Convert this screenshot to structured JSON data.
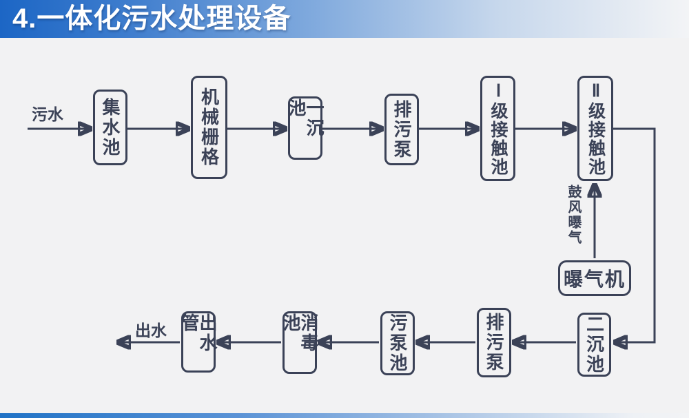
{
  "header": {
    "title": "4.一体化污水处理设备"
  },
  "colors": {
    "header_blue": "#1c66c5",
    "line_dark": "#3b4257",
    "canvas_bg": "#f2f2f3",
    "footer_blue": "#1f72c6",
    "title_text": "#ffffff"
  },
  "diagram": {
    "flow_labels": {
      "inflow": "污水",
      "outflow": "出水",
      "aeration": "鼓风曝气"
    },
    "nodes": {
      "collection_tank": "集水池",
      "mechanical_grid": "机械栅格",
      "primary_sedimentation_tank": "一沉池",
      "sewage_pump_top": "排污泵",
      "level1_contact_tank": "Ⅰ级接触池",
      "level2_contact_tank": "Ⅱ级接触池",
      "aerator": "曝气机",
      "secondary_sedimentation_tank": "二沉池",
      "sewage_pump_bottom": "排污泵",
      "sludge_pump_tank": "污泵池",
      "disinfection_tank": "消毒池",
      "outlet_pipe": "出水管"
    }
  }
}
